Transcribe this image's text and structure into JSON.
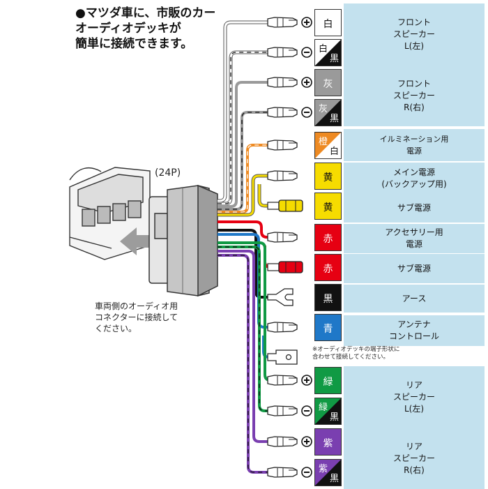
{
  "headline": "●マツダ車に、市販のカー\nオーディオデッキが\n簡単に接続できます。",
  "connector_label": "(24P)",
  "vehicle_note": "車両側のオーディオ用\nコネクターに接続して\nください。",
  "terminal_note": "※オーディオデッキの端子形状に\n合わせて接続してください。",
  "colors": {
    "white": "#ffffff",
    "black": "#111111",
    "gray": "#9a9a9a",
    "orange": "#ee8a22",
    "yellow": "#f6dc00",
    "red": "#e60012",
    "blue": "#1f78c8",
    "green": "#109a44",
    "purple": "#7a3fb0",
    "panel": "#c3e1ee"
  },
  "wires": [
    {
      "id": "w1",
      "color_key": "white",
      "colors": [
        "白"
      ],
      "polarity": "+",
      "terminal": "bullet"
    },
    {
      "id": "w2",
      "color_key": "white",
      "stripe": "black",
      "colors": [
        "白",
        "黒"
      ],
      "polarity": "-",
      "terminal": "bullet"
    },
    {
      "id": "w3",
      "color_key": "gray",
      "colors": [
        "灰"
      ],
      "polarity": "+",
      "terminal": "bullet"
    },
    {
      "id": "w4",
      "color_key": "gray",
      "stripe": "black",
      "colors": [
        "灰",
        "黒"
      ],
      "polarity": "-",
      "terminal": "bullet"
    },
    {
      "id": "w5",
      "color_key": "orange",
      "stripe": "white",
      "colors": [
        "橙",
        "白"
      ],
      "polarity": "",
      "terminal": "bullet"
    },
    {
      "id": "w6",
      "color_key": "yellow",
      "colors": [
        "黄"
      ],
      "polarity": "",
      "terminal": "bullet"
    },
    {
      "id": "w7",
      "color_key": "yellow",
      "colors": [
        "黄"
      ],
      "polarity": "",
      "terminal": "fuse"
    },
    {
      "id": "w8",
      "color_key": "red",
      "colors": [
        "赤"
      ],
      "polarity": "",
      "terminal": "bullet"
    },
    {
      "id": "w9",
      "color_key": "red",
      "colors": [
        "赤"
      ],
      "polarity": "",
      "terminal": "fuse"
    },
    {
      "id": "w10",
      "color_key": "black",
      "colors": [
        "黒"
      ],
      "polarity": "",
      "terminal": "fork"
    },
    {
      "id": "w11",
      "color_key": "blue",
      "colors": [
        "青"
      ],
      "polarity": "",
      "terminal": "bullet"
    },
    {
      "id": "w12",
      "color_key": "blue",
      "colors": [],
      "polarity": "",
      "terminal": "flag"
    },
    {
      "id": "w13",
      "color_key": "green",
      "colors": [
        "緑"
      ],
      "polarity": "+",
      "terminal": "bullet"
    },
    {
      "id": "w14",
      "color_key": "green",
      "stripe": "black",
      "colors": [
        "緑",
        "黒"
      ],
      "polarity": "-",
      "terminal": "bullet"
    },
    {
      "id": "w15",
      "color_key": "purple",
      "colors": [
        "紫"
      ],
      "polarity": "+",
      "terminal": "bullet"
    },
    {
      "id": "w16",
      "color_key": "purple",
      "stripe": "black",
      "colors": [
        "紫",
        "黒"
      ],
      "polarity": "-",
      "terminal": "bullet"
    }
  ],
  "functions": [
    {
      "id": "f1",
      "label": "フロント\nスピーカー\nL(左)"
    },
    {
      "id": "f2",
      "label": "フロント\nスピーカー\nR(右)"
    },
    {
      "id": "f3",
      "label": "イルミネーション用\n電源"
    },
    {
      "id": "f4",
      "label": "メイン電源\n(バックアップ用)"
    },
    {
      "id": "f5",
      "label": "サブ電源"
    },
    {
      "id": "f6",
      "label": "アクセサリー用\n電源"
    },
    {
      "id": "f7",
      "label": "サブ電源"
    },
    {
      "id": "f8",
      "label": "アース"
    },
    {
      "id": "f9",
      "label": "アンテナ\nコントロール"
    },
    {
      "id": "f10",
      "label": "リア\nスピーカー\nL(左)"
    },
    {
      "id": "f11",
      "label": "リア\nスピーカー\nR(右)"
    }
  ]
}
